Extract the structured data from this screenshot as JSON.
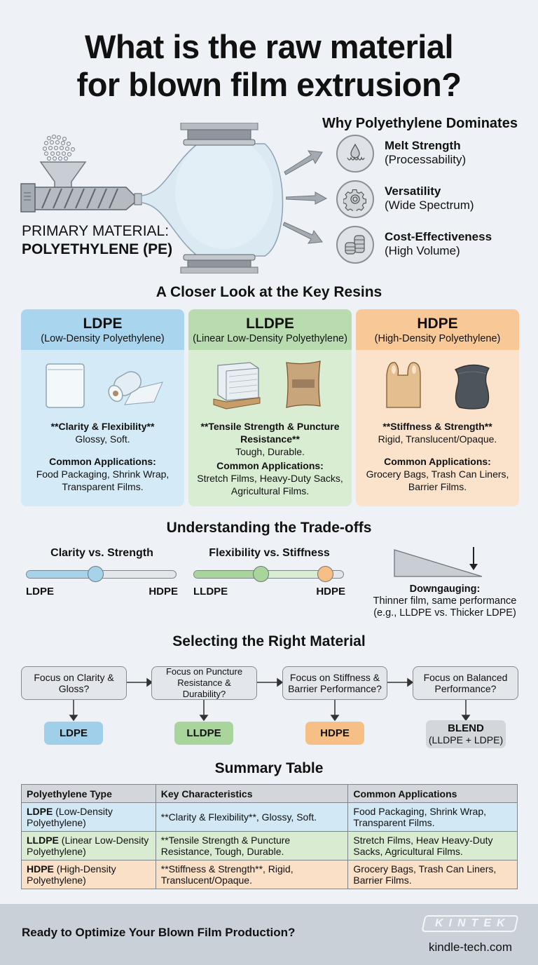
{
  "title": {
    "line1": "What is the raw material",
    "line2": "for blown film extrusion?"
  },
  "hero": {
    "primary_label": "PRIMARY MATERIAL:",
    "primary_value": "POLYETHYLENE (PE)",
    "why_title": "Why Polyethylene Dominates",
    "reasons": [
      {
        "icon": "melt-drop-icon",
        "title": "Melt Strength",
        "subtitle": "(Processability)"
      },
      {
        "icon": "gear-icon",
        "title": "Versatility",
        "subtitle": "(Wide Spectrum)"
      },
      {
        "icon": "coins-stack-icon",
        "title": "Cost-Effectiveness",
        "subtitle": "(High Volume)"
      }
    ]
  },
  "resins": {
    "heading": "A Closer Look at the Key Resins",
    "cards": [
      {
        "name": "LDPE",
        "full": "(Low-Density Polyethylene)",
        "property": "**Clarity & Flexibility**",
        "traits": "Glossy, Soft.",
        "apps_label": "Common Applications:",
        "apps": "Food Packaging, Shrink Wrap, Transparent Films.",
        "images": [
          "clear-bag-icon",
          "film-roll-icon"
        ],
        "color": "#a9d6ee"
      },
      {
        "name": "LLDPE",
        "full": "(Linear Low-Density Polyethylene)",
        "property": "**Tensile Strength & Puncture Resistance**",
        "traits": "Tough, Durable.",
        "apps_label": "Common Applications:",
        "apps": "Stretch Films, Heavy-Duty Sacks, Agricultural Films.",
        "images": [
          "wrapped-pallet-icon",
          "sack-icon"
        ],
        "color": "#b8dcaf"
      },
      {
        "name": "HDPE",
        "full": "(High-Density Polyethylene)",
        "property": "**Stiffness & Strength**",
        "traits": "Rigid, Translucent/Opaque.",
        "apps_label": "Common Applications:",
        "apps": "Grocery Bags, Trash Can Liners, Barrier Films.",
        "images": [
          "grocery-bag-icon",
          "trash-bag-icon"
        ],
        "color": "#f8c896"
      }
    ]
  },
  "tradeoffs": {
    "heading": "Understanding the Trade-offs",
    "sliders": [
      {
        "label": "Clarity vs. Strength",
        "left": "LDPE",
        "right": "HDPE"
      },
      {
        "label": "Flexibility vs. Stiffness",
        "left": "LLDPE",
        "right": "HDPE"
      }
    ],
    "downgauging": {
      "title": "Downgauging:",
      "line1": "Thinner film, same performance",
      "line2": "(e.g., LLDPE vs. Thicker LDPE)"
    }
  },
  "selection": {
    "heading": "Selecting the Right Material",
    "steps": [
      {
        "question": "Focus on Clarity & Gloss?",
        "result": "LDPE",
        "color": "#9fcfe9"
      },
      {
        "question": "Focus on Puncture Resistance & Durability?",
        "result": "LLDPE",
        "color": "#a9d59c"
      },
      {
        "question": "Focus on Stiffness & Barrier Performance?",
        "result": "HDPE",
        "color": "#f6bf85"
      },
      {
        "question": "Focus on Balanced Performance?",
        "result": "BLEND",
        "result_sub": "(LLDPE + LDPE)",
        "color": "#d3d7dc"
      }
    ]
  },
  "summary": {
    "heading": "Summary Table",
    "columns": [
      "Polyethylene Type",
      "Key Characteristics",
      "Common Applications"
    ],
    "rows": [
      {
        "type": "LDPE",
        "type_full": " (Low-Density Polyethylene)",
        "chars": "**Clarity & Flexibility**, Glossy, Soft.",
        "apps": "Food Packaging, Shrink Wrap, Transparent Films."
      },
      {
        "type": "LLDPE",
        "type_full": " (Linear Low-Density Polyethylene)",
        "chars": "**Tensile Strength & Puncture Resistance, Tough, Durable.",
        "apps": "Stretch Films, Heav Heavy-Duty Sacks, Agricultural Films."
      },
      {
        "type": "HDPE",
        "type_full": " (High-Density Polyethylene)",
        "chars": "**Stiffness & Strength**, Rigid, Translucent/Opaque.",
        "apps": "Grocery Bags, Trash Can Liners, Barrier Films."
      }
    ]
  },
  "footer": {
    "cta": "Ready to Optimize Your Blown Film Production?",
    "logo": "KINTEK",
    "site": "kindle-tech.com"
  }
}
